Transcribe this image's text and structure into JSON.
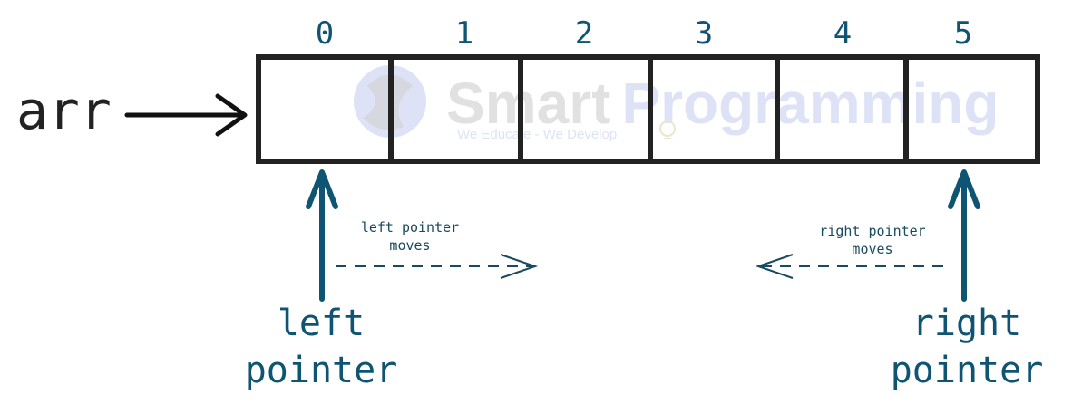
{
  "array": {
    "name": "arr",
    "indices": [
      "0",
      "1",
      "2",
      "3",
      "4",
      "5"
    ]
  },
  "pointers": {
    "left": {
      "line1": "left",
      "line2": "pointer",
      "move_line1": "left pointer",
      "move_line2": "moves"
    },
    "right": {
      "line1": "right",
      "line2": "pointer",
      "move_line1": "right pointer",
      "move_line2": "moves"
    }
  },
  "watermark": {
    "brand_part1": "Smart",
    "brand_part2": "Programming",
    "tagline": "We Educate - We Develop"
  },
  "colors": {
    "accent": "#0f5573",
    "box_stroke": "#222222",
    "watermark_grey": "#c9c9cc",
    "watermark_blue": "#c3ccf0"
  }
}
